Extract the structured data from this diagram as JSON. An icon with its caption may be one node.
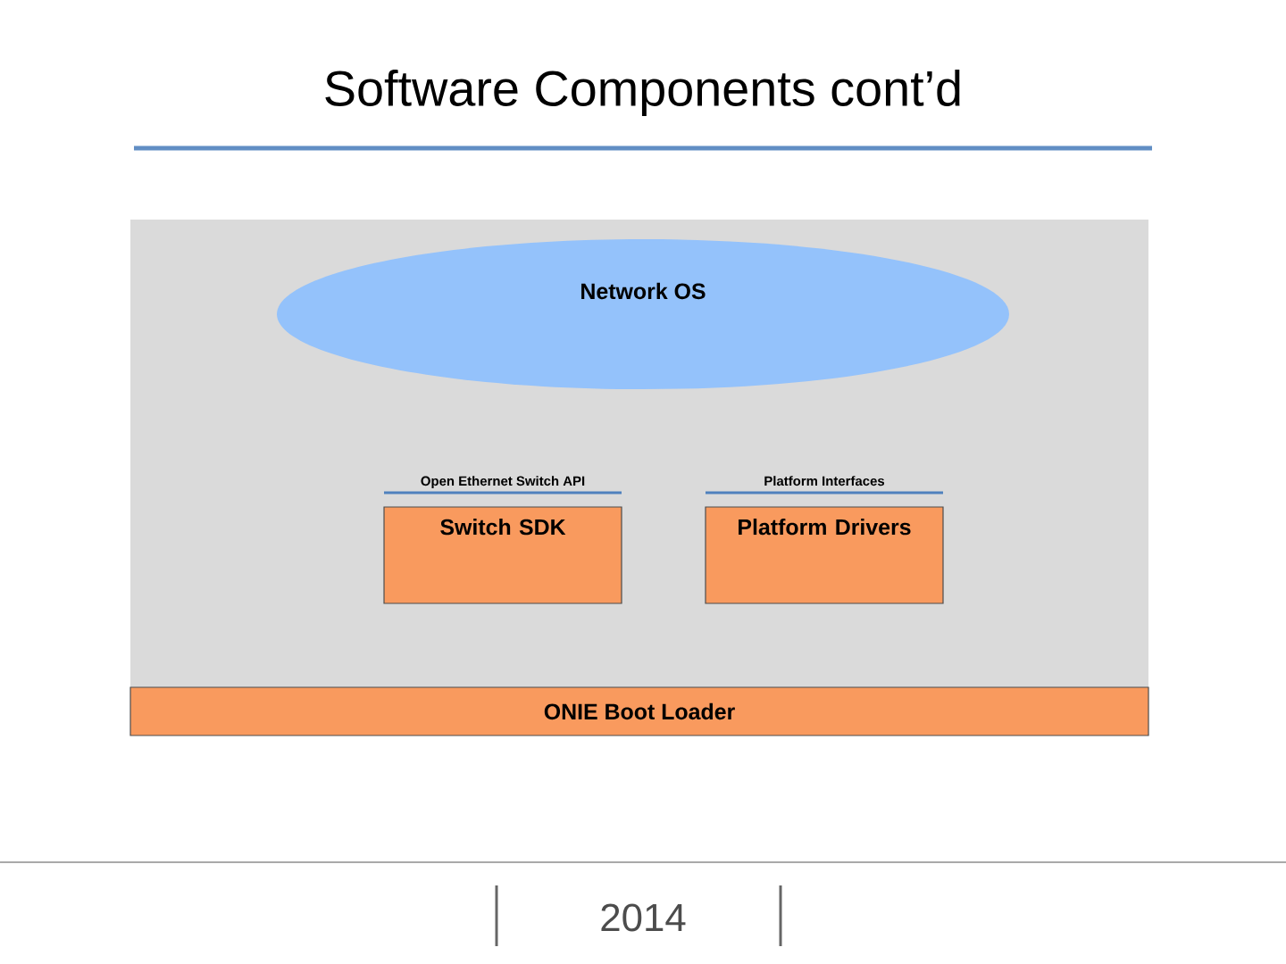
{
  "diagram": {
    "title": "Software Components cont’d",
    "nodes": [
      {
        "text": [],
        "shape": "box"
      },
      {
        "text": [
          "Network OS"
        ],
        "in": 0
      },
      {
        "text": [
          "Open Ethernet Switch API",
          "Switch SDK"
        ],
        "in": 0
      },
      {
        "text": [
          "Platform Interfaces",
          "Platform Drivers"
        ],
        "in": 0
      },
      {
        "text": [
          "ONIE Boot Loader"
        ]
      }
    ],
    "labels": [
      "2014"
    ]
  }
}
